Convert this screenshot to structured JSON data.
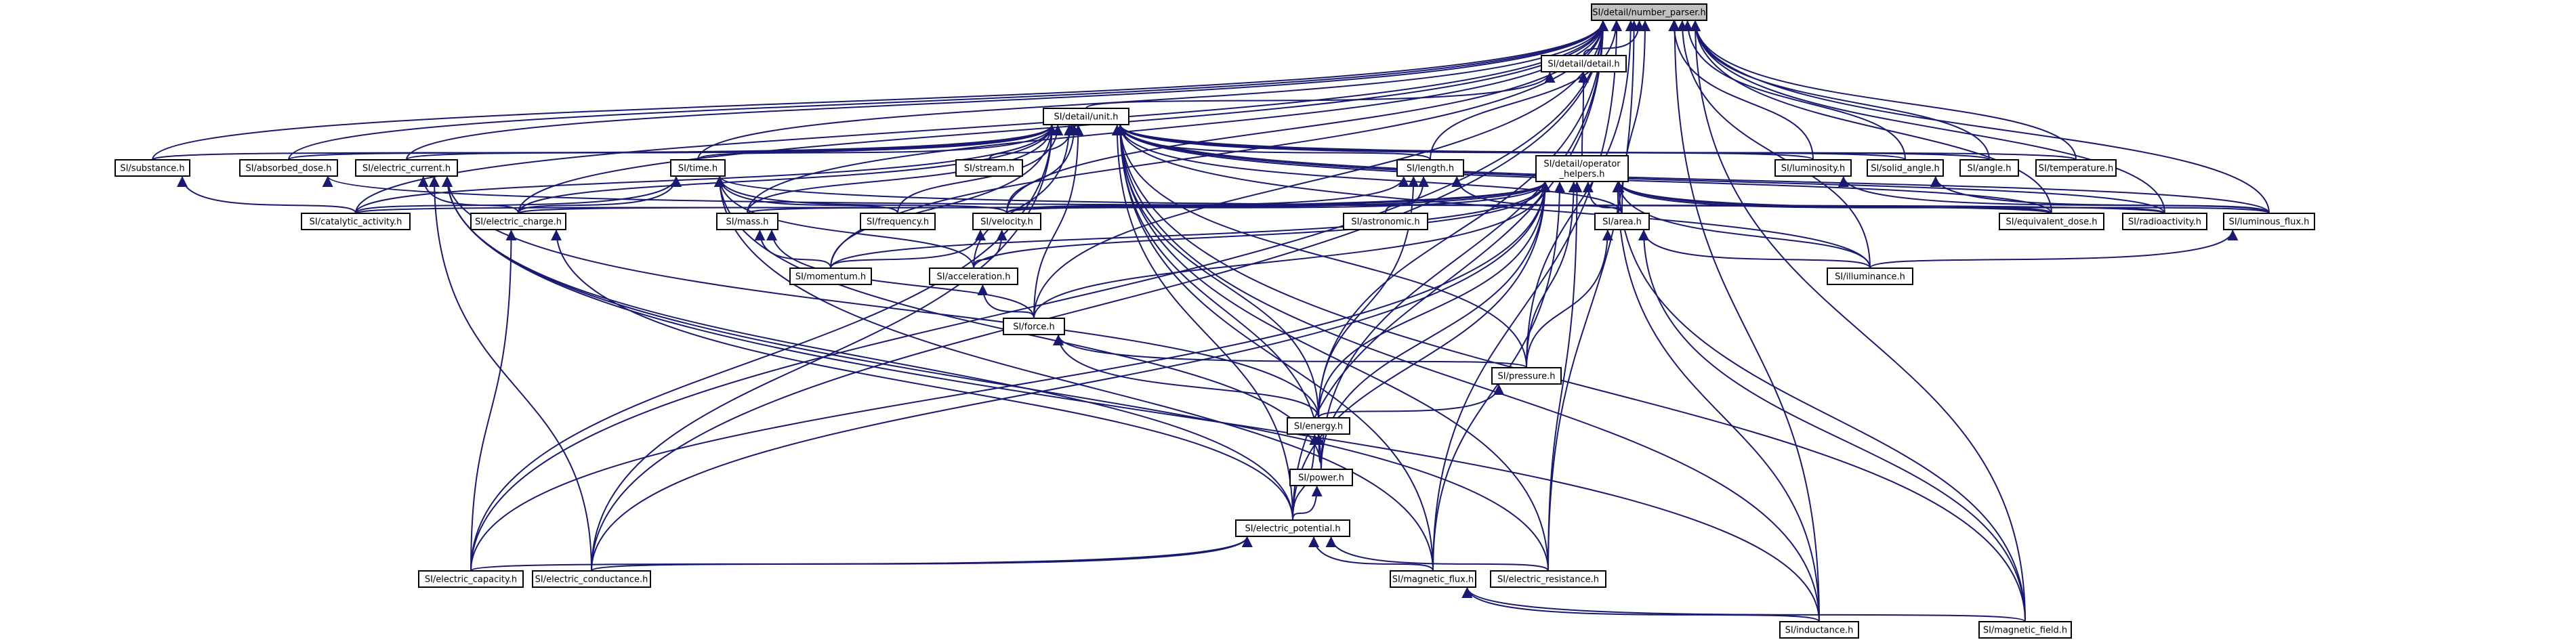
{
  "graph": {
    "colors": {
      "edge": "#191970",
      "node_border": "#000000",
      "node_fill": "#ffffff",
      "root_fill": "#bfbfbf",
      "background": "#ffffff"
    },
    "nodes": [
      {
        "id": "number_parser",
        "label": "SI/detail/number_parser.h",
        "root": true
      },
      {
        "id": "detail",
        "label": "SI/detail/detail.h"
      },
      {
        "id": "unit",
        "label": "SI/detail/unit.h"
      },
      {
        "id": "operator_helpers",
        "label": "SI/detail/operator\n_helpers.h"
      },
      {
        "id": "substance",
        "label": "SI/substance.h"
      },
      {
        "id": "absorbed_dose",
        "label": "SI/absorbed_dose.h"
      },
      {
        "id": "electric_current",
        "label": "SI/electric_current.h"
      },
      {
        "id": "time",
        "label": "SI/time.h"
      },
      {
        "id": "stream",
        "label": "SI/stream.h"
      },
      {
        "id": "length",
        "label": "SI/length.h"
      },
      {
        "id": "luminosity",
        "label": "SI/luminosity.h"
      },
      {
        "id": "solid_angle",
        "label": "SI/solid_angle.h"
      },
      {
        "id": "angle",
        "label": "SI/angle.h"
      },
      {
        "id": "temperature",
        "label": "SI/temperature.h"
      },
      {
        "id": "catalytic_activity",
        "label": "SI/catalytic_activity.h"
      },
      {
        "id": "electric_charge",
        "label": "SI/electric_charge.h"
      },
      {
        "id": "mass",
        "label": "SI/mass.h"
      },
      {
        "id": "frequency",
        "label": "SI/frequency.h"
      },
      {
        "id": "velocity",
        "label": "SI/velocity.h"
      },
      {
        "id": "astronomic",
        "label": "SI/astronomic.h"
      },
      {
        "id": "area",
        "label": "SI/area.h"
      },
      {
        "id": "equivalent_dose",
        "label": "SI/equivalent_dose.h"
      },
      {
        "id": "radioactivity",
        "label": "SI/radioactivity.h"
      },
      {
        "id": "luminous_flux",
        "label": "SI/luminous_flux.h"
      },
      {
        "id": "momentum",
        "label": "SI/momentum.h"
      },
      {
        "id": "acceleration",
        "label": "SI/acceleration.h"
      },
      {
        "id": "illuminance",
        "label": "SI/illuminance.h"
      },
      {
        "id": "force",
        "label": "SI/force.h"
      },
      {
        "id": "pressure",
        "label": "SI/pressure.h"
      },
      {
        "id": "energy",
        "label": "SI/energy.h"
      },
      {
        "id": "power",
        "label": "SI/power.h"
      },
      {
        "id": "electric_potential",
        "label": "SI/electric_potential.h"
      },
      {
        "id": "electric_capacity",
        "label": "SI/electric_capacity.h"
      },
      {
        "id": "electric_conductance",
        "label": "SI/electric_conductance.h"
      },
      {
        "id": "magnetic_flux",
        "label": "SI/magnetic_flux.h"
      },
      {
        "id": "electric_resistance",
        "label": "SI/electric_resistance.h"
      },
      {
        "id": "inductance",
        "label": "SI/inductance.h"
      },
      {
        "id": "magnetic_field",
        "label": "SI/magnetic_field.h"
      }
    ],
    "edges": [
      [
        "detail",
        "number_parser"
      ],
      [
        "operator_helpers",
        "detail"
      ],
      [
        "unit",
        "detail"
      ],
      [
        "substance",
        "number_parser"
      ],
      [
        "absorbed_dose",
        "number_parser"
      ],
      [
        "electric_current",
        "number_parser"
      ],
      [
        "time",
        "number_parser"
      ],
      [
        "length",
        "number_parser"
      ],
      [
        "luminosity",
        "number_parser"
      ],
      [
        "solid_angle",
        "number_parser"
      ],
      [
        "angle",
        "number_parser"
      ],
      [
        "temperature",
        "number_parser"
      ],
      [
        "catalytic_activity",
        "number_parser"
      ],
      [
        "electric_charge",
        "number_parser"
      ],
      [
        "mass",
        "number_parser"
      ],
      [
        "velocity",
        "number_parser"
      ],
      [
        "area",
        "number_parser"
      ],
      [
        "radioactivity",
        "number_parser"
      ],
      [
        "luminous_flux",
        "number_parser"
      ],
      [
        "momentum",
        "number_parser"
      ],
      [
        "illuminance",
        "number_parser"
      ],
      [
        "force",
        "number_parser"
      ],
      [
        "pressure",
        "number_parser"
      ],
      [
        "energy",
        "number_parser"
      ],
      [
        "power",
        "number_parser"
      ],
      [
        "electric_potential",
        "number_parser"
      ],
      [
        "electric_capacity",
        "number_parser"
      ],
      [
        "electric_conductance",
        "number_parser"
      ],
      [
        "magnetic_flux",
        "number_parser"
      ],
      [
        "electric_resistance",
        "number_parser"
      ],
      [
        "inductance",
        "number_parser"
      ],
      [
        "magnetic_field",
        "number_parser"
      ],
      [
        "equivalent_dose",
        "number_parser"
      ],
      [
        "substance",
        "unit"
      ],
      [
        "absorbed_dose",
        "unit"
      ],
      [
        "electric_current",
        "unit"
      ],
      [
        "time",
        "unit"
      ],
      [
        "stream",
        "unit"
      ],
      [
        "length",
        "unit"
      ],
      [
        "luminosity",
        "unit"
      ],
      [
        "solid_angle",
        "unit"
      ],
      [
        "angle",
        "unit"
      ],
      [
        "temperature",
        "unit"
      ],
      [
        "catalytic_activity",
        "unit"
      ],
      [
        "electric_charge",
        "unit"
      ],
      [
        "mass",
        "unit"
      ],
      [
        "frequency",
        "unit"
      ],
      [
        "velocity",
        "unit"
      ],
      [
        "area",
        "unit"
      ],
      [
        "equivalent_dose",
        "unit"
      ],
      [
        "radioactivity",
        "unit"
      ],
      [
        "luminous_flux",
        "unit"
      ],
      [
        "momentum",
        "unit"
      ],
      [
        "acceleration",
        "unit"
      ],
      [
        "illuminance",
        "unit"
      ],
      [
        "force",
        "unit"
      ],
      [
        "pressure",
        "unit"
      ],
      [
        "energy",
        "unit"
      ],
      [
        "power",
        "unit"
      ],
      [
        "electric_potential",
        "unit"
      ],
      [
        "electric_capacity",
        "unit"
      ],
      [
        "electric_conductance",
        "unit"
      ],
      [
        "magnetic_flux",
        "unit"
      ],
      [
        "electric_resistance",
        "unit"
      ],
      [
        "inductance",
        "unit"
      ],
      [
        "magnetic_field",
        "unit"
      ],
      [
        "catalytic_activity",
        "operator_helpers"
      ],
      [
        "electric_charge",
        "operator_helpers"
      ],
      [
        "mass",
        "operator_helpers"
      ],
      [
        "velocity",
        "operator_helpers"
      ],
      [
        "area",
        "operator_helpers"
      ],
      [
        "equivalent_dose",
        "operator_helpers"
      ],
      [
        "radioactivity",
        "operator_helpers"
      ],
      [
        "luminous_flux",
        "operator_helpers"
      ],
      [
        "momentum",
        "operator_helpers"
      ],
      [
        "acceleration",
        "operator_helpers"
      ],
      [
        "illuminance",
        "operator_helpers"
      ],
      [
        "force",
        "operator_helpers"
      ],
      [
        "pressure",
        "operator_helpers"
      ],
      [
        "energy",
        "operator_helpers"
      ],
      [
        "power",
        "operator_helpers"
      ],
      [
        "electric_potential",
        "operator_helpers"
      ],
      [
        "electric_capacity",
        "operator_helpers"
      ],
      [
        "electric_conductance",
        "operator_helpers"
      ],
      [
        "magnetic_flux",
        "operator_helpers"
      ],
      [
        "electric_resistance",
        "operator_helpers"
      ],
      [
        "inductance",
        "operator_helpers"
      ],
      [
        "magnetic_field",
        "operator_helpers"
      ],
      [
        "catalytic_activity",
        "substance"
      ],
      [
        "catalytic_activity",
        "time"
      ],
      [
        "electric_charge",
        "electric_current"
      ],
      [
        "electric_charge",
        "time"
      ],
      [
        "frequency",
        "time"
      ],
      [
        "velocity",
        "time"
      ],
      [
        "velocity",
        "length"
      ],
      [
        "astronomic",
        "length"
      ],
      [
        "area",
        "length"
      ],
      [
        "equivalent_dose",
        "absorbed_dose"
      ],
      [
        "radioactivity",
        "time"
      ],
      [
        "luminous_flux",
        "luminosity"
      ],
      [
        "luminous_flux",
        "solid_angle"
      ],
      [
        "momentum",
        "mass"
      ],
      [
        "momentum",
        "velocity"
      ],
      [
        "acceleration",
        "velocity"
      ],
      [
        "acceleration",
        "time"
      ],
      [
        "illuminance",
        "luminous_flux"
      ],
      [
        "illuminance",
        "area"
      ],
      [
        "force",
        "mass"
      ],
      [
        "force",
        "acceleration"
      ],
      [
        "pressure",
        "force"
      ],
      [
        "pressure",
        "area"
      ],
      [
        "energy",
        "force"
      ],
      [
        "energy",
        "length"
      ],
      [
        "energy",
        "pressure"
      ],
      [
        "energy",
        "electric_current"
      ],
      [
        "power",
        "energy"
      ],
      [
        "power",
        "time"
      ],
      [
        "electric_potential",
        "power"
      ],
      [
        "electric_potential",
        "electric_current"
      ],
      [
        "electric_potential",
        "energy"
      ],
      [
        "electric_potential",
        "electric_charge"
      ],
      [
        "electric_capacity",
        "electric_charge"
      ],
      [
        "electric_capacity",
        "electric_potential"
      ],
      [
        "electric_conductance",
        "electric_current"
      ],
      [
        "electric_conductance",
        "electric_potential"
      ],
      [
        "magnetic_flux",
        "electric_potential"
      ],
      [
        "magnetic_flux",
        "time"
      ],
      [
        "electric_resistance",
        "electric_potential"
      ],
      [
        "electric_resistance",
        "electric_current"
      ],
      [
        "inductance",
        "magnetic_flux"
      ],
      [
        "inductance",
        "electric_current"
      ],
      [
        "magnetic_field",
        "magnetic_flux"
      ],
      [
        "magnetic_field",
        "area"
      ]
    ]
  }
}
